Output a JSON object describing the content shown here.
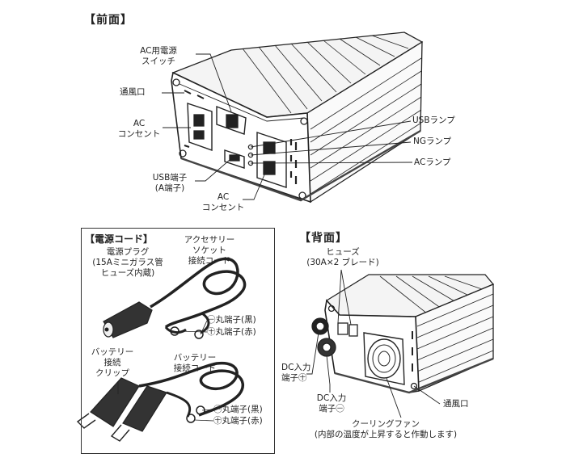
{
  "sections": {
    "front": "【前面】",
    "power_cord": "【電源コード】",
    "back": "【背面】"
  },
  "front": {
    "ac_switch": [
      "AC用電源",
      "スイッチ"
    ],
    "vent": "通風口",
    "ac_outlet_left": [
      "AC",
      "コンセント"
    ],
    "usb_port": [
      "USB端子",
      "(A端子)"
    ],
    "ac_outlet_bottom": [
      "AC",
      "コンセント"
    ],
    "usb_lamp": "USBランプ",
    "ng_lamp": "NGランプ",
    "ac_lamp": "ACランプ"
  },
  "power_cord": {
    "plug": [
      "電源プラグ",
      "(15Aミニガラス管",
      "ヒューズ内蔵)"
    ],
    "accessory_cord": [
      "アクセサリー",
      "ソケット",
      "接続コード"
    ],
    "acc_neg": "㊀丸端子(黒)",
    "acc_pos": "㊉丸端子(赤)",
    "battery_clip": [
      "バッテリー",
      "接続",
      "クリップ"
    ],
    "battery_cord": [
      "バッテリー",
      "接続コード"
    ],
    "bat_neg": "㊀丸端子(黒)",
    "bat_pos": "㊉丸端子(赤)"
  },
  "back": {
    "fuse": [
      "ヒューズ",
      "(30A×2 ブレード)"
    ],
    "dc_pos": [
      "DC入力",
      "端子㊉"
    ],
    "dc_neg": [
      "DC入力",
      "端子㊀"
    ],
    "fan": [
      "クーリングファン",
      "(内部の温度が上昇すると作動します)"
    ],
    "vent": "通風口"
  }
}
